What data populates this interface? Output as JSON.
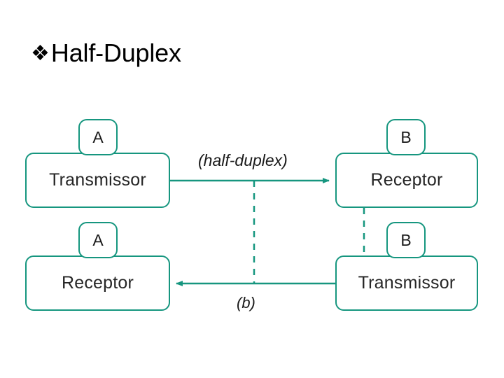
{
  "slide": {
    "bullet_icon": "diamond-cluster-icon",
    "bullet_glyph": "❖",
    "title": "Half-Duplex"
  },
  "theme": {
    "accent": "#16967f",
    "text": "#262626",
    "background": "#ffffff"
  },
  "diagram": {
    "type": "communication-mode",
    "caption": "(b)",
    "link_label": "(half-duplex)",
    "nodes": {
      "top_left": {
        "tag": "A",
        "role": "Transmissor"
      },
      "top_right": {
        "tag": "B",
        "role": "Receptor"
      },
      "bottom_left": {
        "tag": "A",
        "role": "Receptor"
      },
      "bottom_right": {
        "tag": "B",
        "role": "Transmissor"
      }
    },
    "arrows": [
      {
        "name": "a-to-b",
        "direction": "right",
        "from": "top_left",
        "to": "top_right"
      },
      {
        "name": "b-to-a",
        "direction": "left",
        "from": "bottom_right",
        "to": "bottom_left"
      }
    ],
    "dashed_connectors": [
      {
        "name": "center-divider"
      },
      {
        "name": "right-link"
      }
    ]
  }
}
